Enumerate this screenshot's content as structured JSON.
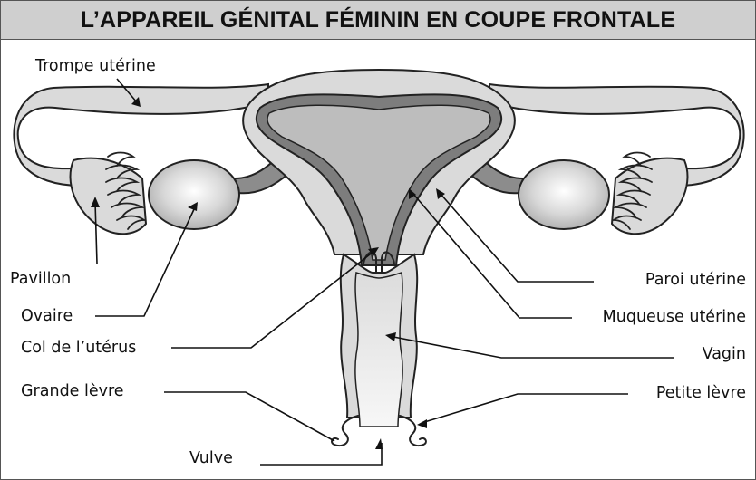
{
  "title": "L’APPAREIL GÉNITAL FÉMININ EN COUPE FRONTALE",
  "labels": {
    "trompe": "Trompe utérine",
    "pavillon": "Pavillon",
    "ovaire": "Ovaire",
    "col": "Col de l’utérus",
    "grande_levre": "Grande lèvre",
    "vulve": "Vulve",
    "paroi": "Paroi utérine",
    "muqueuse": "Muqueuse utérine",
    "vagin": "Vagin",
    "petite_levre": "Petite lèvre"
  },
  "colors": {
    "tissue": "#dadada",
    "mucosa": "#7d7d7d",
    "cavity": "#bdbdbd",
    "title_bar": "#cfcfcf",
    "stroke": "#222222"
  }
}
